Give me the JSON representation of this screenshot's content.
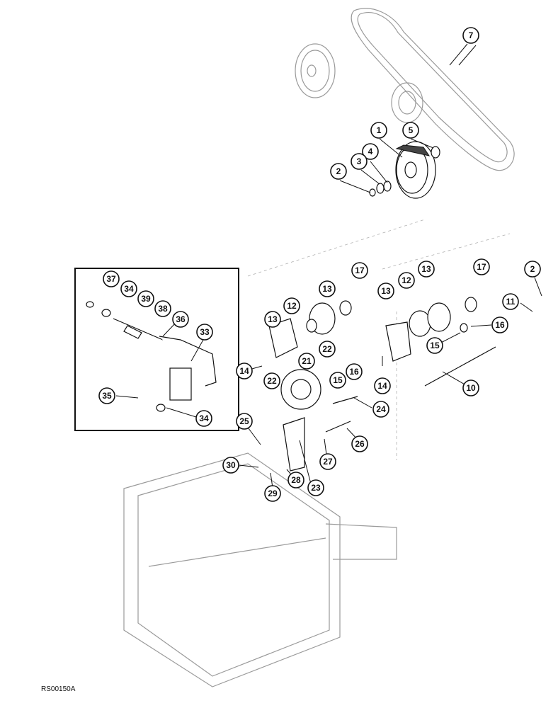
{
  "drawing_code": "RS00150A",
  "callouts": [
    "7",
    "1",
    "5",
    "4",
    "3",
    "2",
    "37",
    "34",
    "39",
    "38",
    "36",
    "33",
    "35",
    "34",
    "17",
    "13",
    "12",
    "13",
    "22",
    "21",
    "22",
    "14",
    "15",
    "16",
    "25",
    "24",
    "26",
    "27",
    "30",
    "29",
    "28",
    "23",
    "17",
    "13",
    "12",
    "13",
    "2",
    "11",
    "16",
    "15",
    "14",
    "10"
  ]
}
